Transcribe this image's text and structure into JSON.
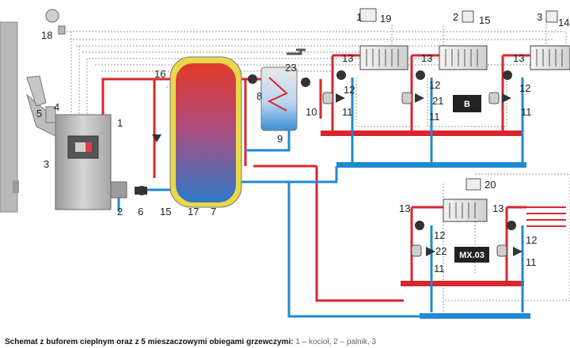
{
  "caption": {
    "bold": "Schemat z buforem cieplnym oraz z 5 mieszaczowymi obiegami grzewczymi:",
    "rest": "1 – kocioł, 2 – palnik, 3"
  },
  "labels": {
    "n1": "1",
    "n2": "2",
    "n3": "3",
    "n4": "4",
    "n5": "5",
    "n6": "6",
    "n7": "7",
    "n8": "8",
    "n9": "9",
    "n10": "10",
    "n11a": "11",
    "n11b": "11",
    "n11c": "11",
    "n11d": "11",
    "n11e": "11",
    "n12a": "12",
    "n12b": "12",
    "n12c": "12",
    "n12d": "12",
    "n12e": "12",
    "n13a": "13",
    "n13b": "13",
    "n13c": "13",
    "n13d": "13",
    "n13e": "13",
    "n14": "14",
    "n15a": "15",
    "n15b": "15",
    "n16": "16",
    "n17": "17",
    "n18": "18",
    "n19": "19",
    "n20": "20",
    "n21": "21",
    "n22": "22",
    "n23": "23",
    "sensor1": "1",
    "sensor2": "2",
    "sensor3": "3"
  },
  "modules": {
    "b": "B",
    "mx": "MX.03"
  },
  "colors": {
    "hot": "#d9262c",
    "cold": "#1f8ad4",
    "signal": "#9a9a9a",
    "buffer_rim": "#e8d84a"
  },
  "icons": [
    "weather-sensor-icon",
    "pump-icon",
    "mixing-valve-icon",
    "actuator-icon",
    "radiator-icon",
    "room-panel-icon",
    "floor-heating-icon",
    "tap-icon"
  ]
}
